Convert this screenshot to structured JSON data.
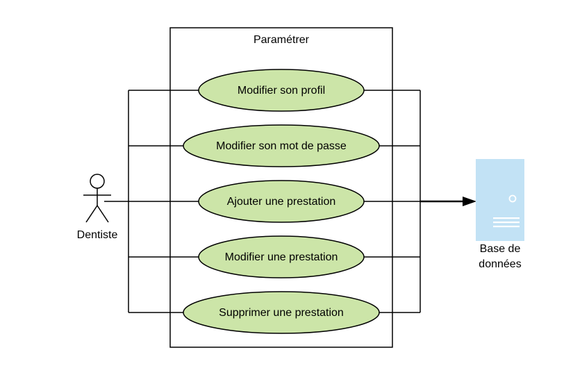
{
  "system": {
    "title": "Paramétrer"
  },
  "actor": {
    "name": "Dentiste"
  },
  "use_cases": [
    {
      "label": "Modifier son profil"
    },
    {
      "label": "Modifier son mot de passe"
    },
    {
      "label": "Ajouter une prestation"
    },
    {
      "label": "Modifier une prestation"
    },
    {
      "label": "Supprimer une prestation"
    }
  ],
  "database": {
    "label_line1": "Base de",
    "label_line2": "données"
  },
  "colors": {
    "use_case_fill": "#cce5a8",
    "database_fill": "#c2e2f5",
    "line": "#000000"
  }
}
